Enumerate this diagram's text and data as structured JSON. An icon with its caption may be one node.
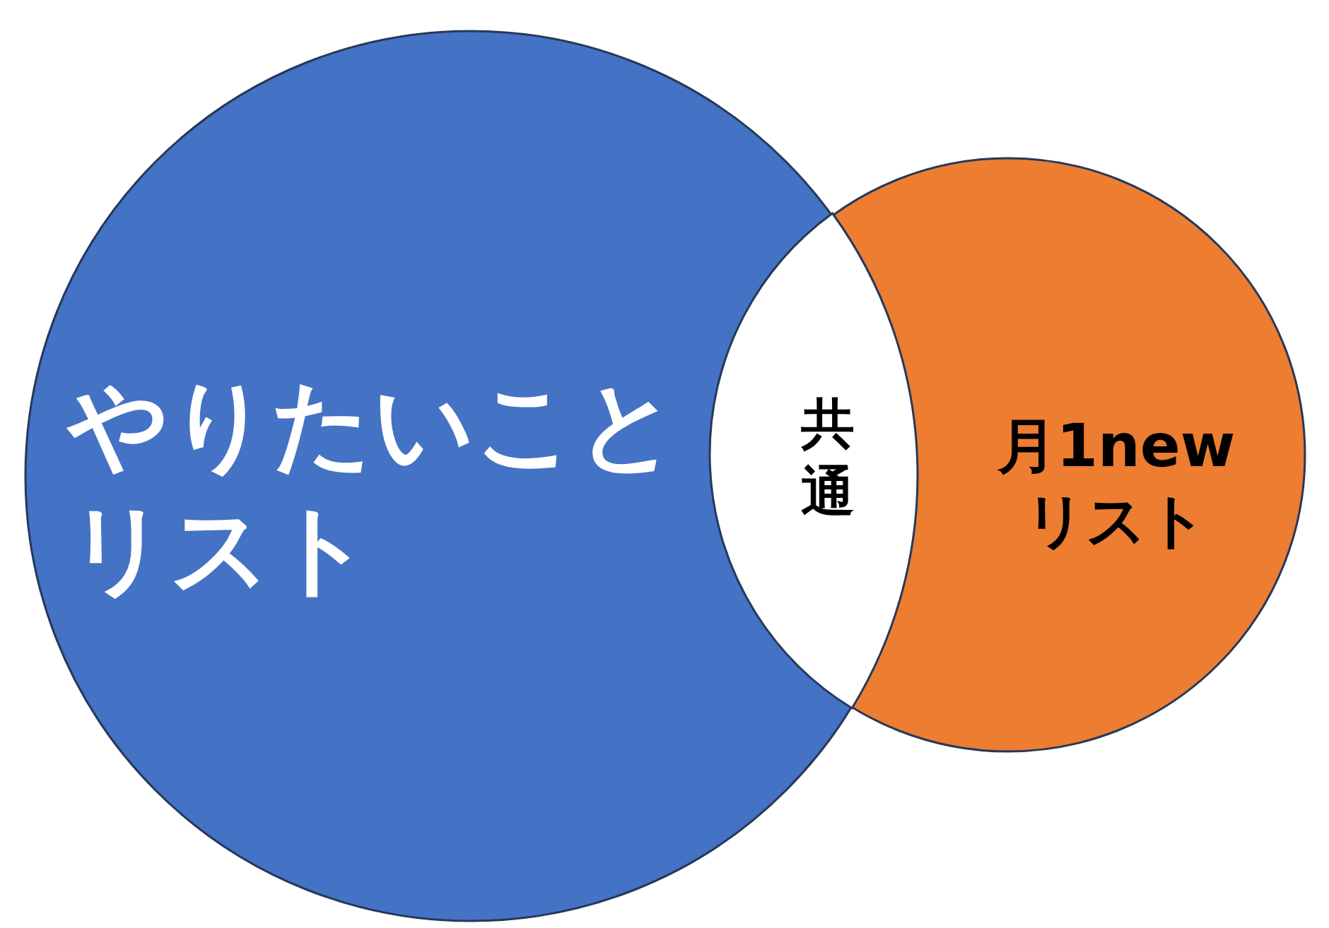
{
  "diagram": {
    "nodes": [
      {
        "text": [
          "やりたいことリスト"
        ]
      },
      {
        "text": [
          "月1newリスト"
        ]
      },
      {
        "text": [
          "共通"
        ]
      }
    ]
  }
}
